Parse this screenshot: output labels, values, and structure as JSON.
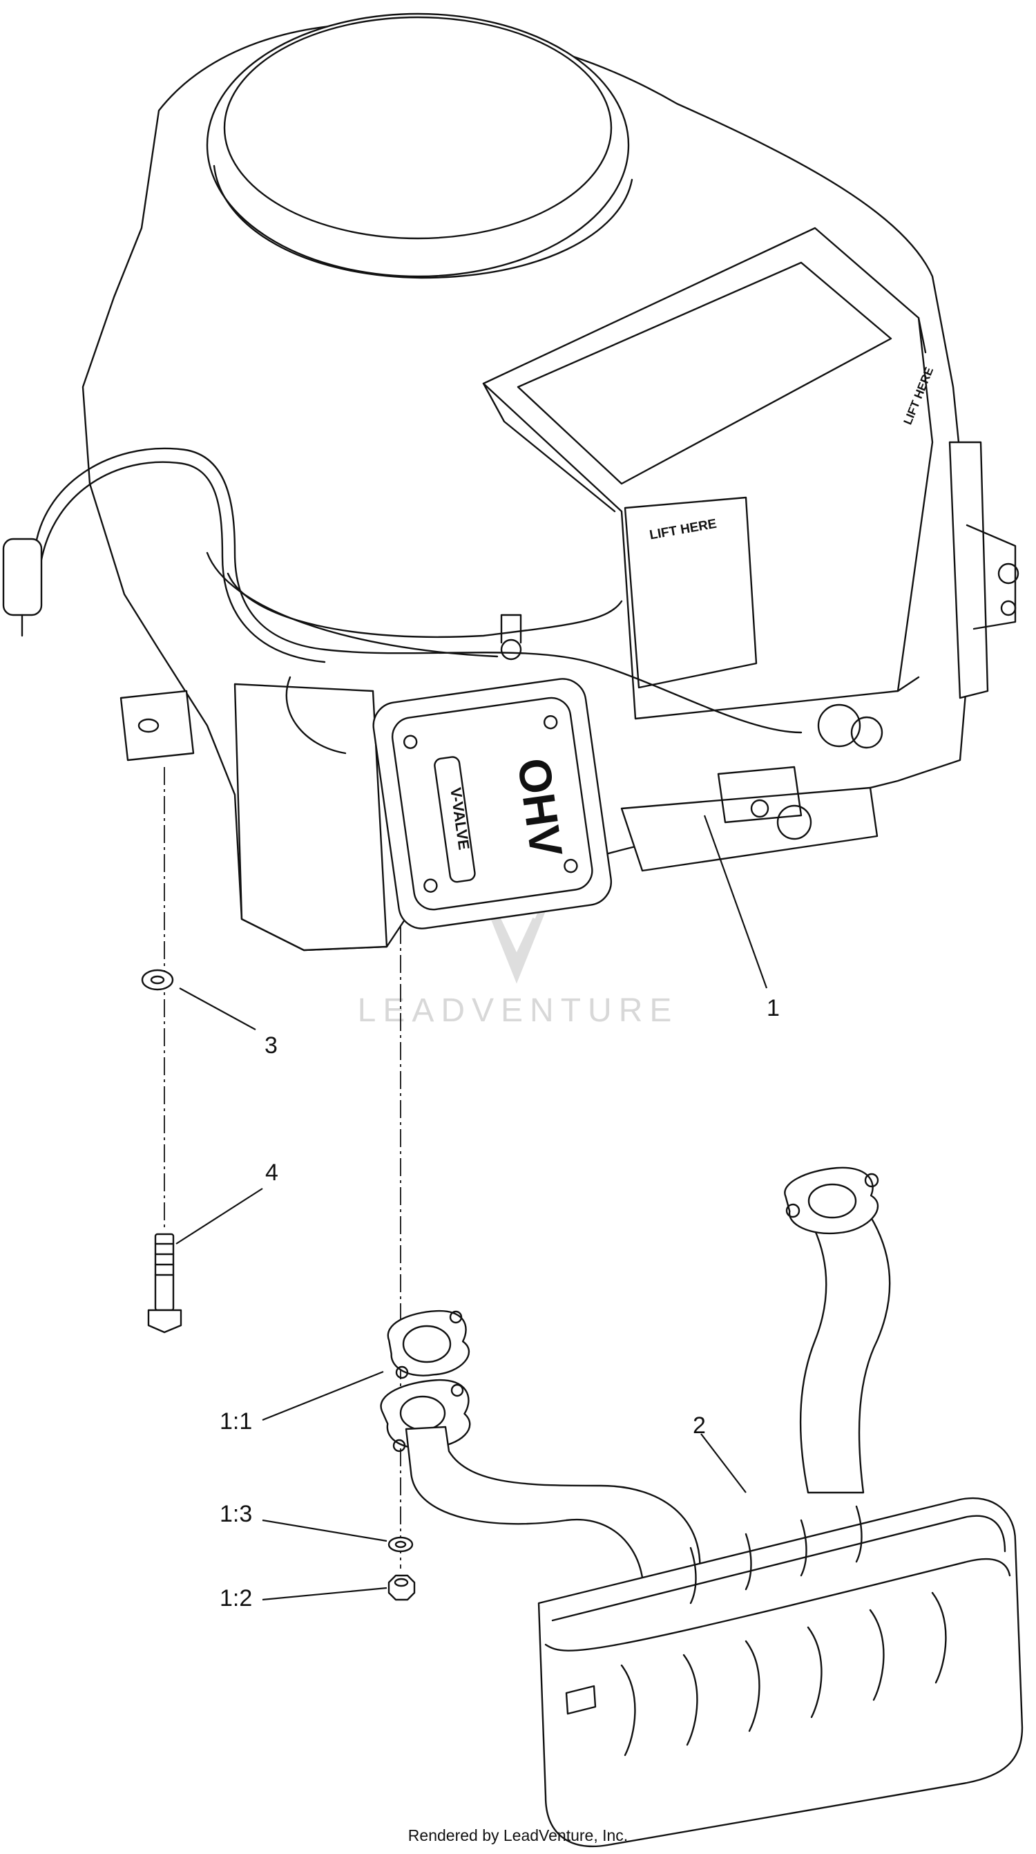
{
  "watermark": {
    "text": "LEADVENTURE"
  },
  "decals": {
    "ohv": "OHV",
    "v_valve": "V-VALVE",
    "lift_here_front": "LIFT HERE",
    "lift_here_side": "LIFT HERE"
  },
  "callouts": {
    "engine": "1",
    "muffler": "2",
    "washer": "3",
    "bolt": "4",
    "gasket": "1:1",
    "lock_washer": "1:3",
    "nut": "1:2"
  },
  "footer": {
    "text": "Rendered by LeadVenture, Inc."
  }
}
